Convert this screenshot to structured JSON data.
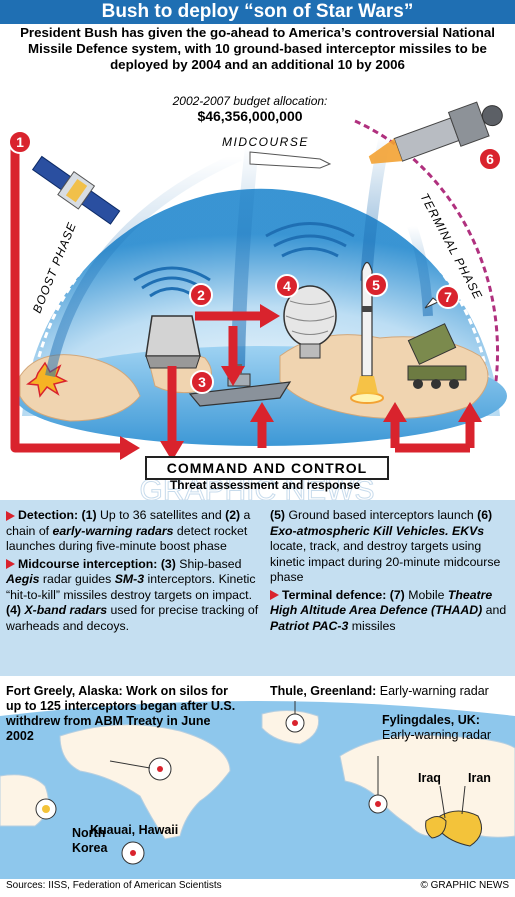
{
  "header": {
    "title": "Bush to deploy “son of Star Wars”",
    "subtitle": "President Bush has given the go-ahead to America’s controversial National Missile Defence system, with 10 ground-based interceptor missiles to be deployed by 2004 and an additional 10 by 2006"
  },
  "budget": {
    "label": "2002-2007 budget allocation:",
    "value": "$46,356,000,000"
  },
  "diagram": {
    "phases": {
      "boost": "BOOST PHASE",
      "midcourse": "MIDCOURSE",
      "terminal": "TERMINAL PHASE"
    },
    "markers": [
      "1",
      "2",
      "3",
      "4",
      "5",
      "6",
      "7"
    ],
    "command_title": "COMMAND AND CONTROL",
    "command_subtitle": "Threat assessment and response",
    "watermark": "GRAPHIC NEWS",
    "colors": {
      "accent_red": "#d9232d",
      "sky_blue": "#2f8fd1",
      "sea_blue": "#7fc0ea",
      "land": "#f0d4b0",
      "title_bar": "#1f6fb3"
    }
  },
  "text": {
    "detection": {
      "heading": "Detection:",
      "n1": "(1)",
      "t1": " Up to 36 satellites and ",
      "n2": "(2)",
      "t2": " a chain of ",
      "em": "early-warning radars",
      "t3": " detect rocket launches during five-minute boost phase"
    },
    "midcourse": {
      "heading": "Midcourse interception:",
      "n3": "(3)",
      "t1": " Ship-based ",
      "aegis": "Aegis",
      "t2": " radar guides ",
      "sm3": "SM-3",
      "t3": " interceptors. Kinetic “hit-to-kill” missiles destroy targets on impact. ",
      "n4": "(4)",
      "xband": "X-band radars",
      "t4": " used for precise tracking of warheads and decoys. ",
      "n5": "(5)",
      "t5": " Ground based interceptors launch ",
      "n6": "(6)",
      "ekv": "Exo-atmospheric Kill Vehicles. EKVs",
      "t6": " locate, track, and destroy targets using kinetic impact during 20-minute midcourse phase"
    },
    "terminal": {
      "heading": "Terminal defence:",
      "n7": "(7)",
      "t1": " Mobile ",
      "thaad": "Theatre High Altitude Area Defence (THAAD)",
      "t2": " and ",
      "patriot": "Patriot PAC-3",
      "t3": " missiles"
    }
  },
  "map": {
    "fort_greely": "Fort Greely, Alaska: Work on silos for up to 125 interceptors began after U.S. withdrew from ABM Treaty in June 2002",
    "thule_name": "Thule, Greenland:",
    "thule_desc": " Early-warning radar",
    "fylingdales_name": "Fylingdales, UK:",
    "fylingdales_desc": "Early-warning radar",
    "kuauai": "Kuauai, Hawaii",
    "north_korea": "North Korea",
    "iraq": "Iraq",
    "iran": "Iran"
  },
  "footer": {
    "sources": "Sources: IISS, Federation of American Scientists",
    "copyright": "© GRAPHIC NEWS"
  }
}
